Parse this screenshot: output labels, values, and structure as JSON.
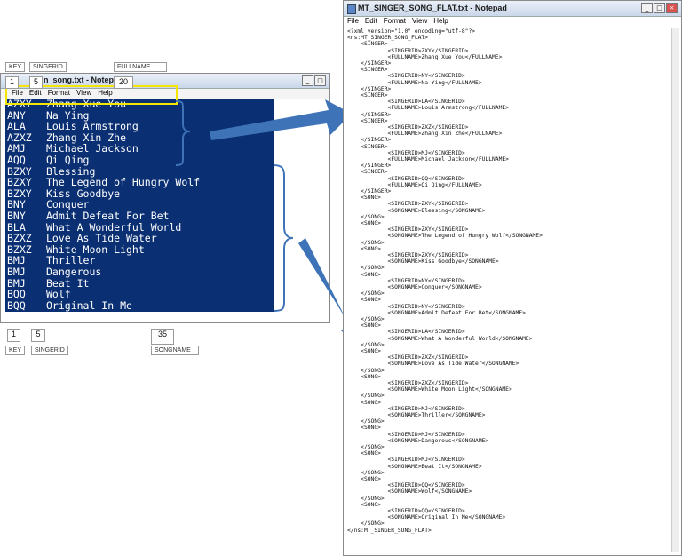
{
  "left_window": {
    "title": "n_song.txt - Notepad",
    "menu": [
      "File",
      "Edit",
      "Format",
      "View",
      "Help"
    ],
    "rows": [
      {
        "key": "AZXY",
        "value": "Zhang Xue You"
      },
      {
        "key": "ANY",
        "value": "Na Ying"
      },
      {
        "key": "ALA",
        "value": "Louis Armstrong"
      },
      {
        "key": "AZXZ",
        "value": "Zhang Xin Zhe"
      },
      {
        "key": "AMJ",
        "value": "Michael Jackson"
      },
      {
        "key": "AQQ",
        "value": "Qi Qing"
      },
      {
        "key": "BZXY",
        "value": "Blessing"
      },
      {
        "key": "BZXY",
        "value": "The Legend of Hungry Wolf"
      },
      {
        "key": "BZXY",
        "value": "Kiss Goodbye"
      },
      {
        "key": "BNY",
        "value": "Conquer"
      },
      {
        "key": "BNY",
        "value": "Admit Defeat For Bet"
      },
      {
        "key": "BLA",
        "value": "What A Wonderful World"
      },
      {
        "key": "BZXZ",
        "value": "Love As Tide Water"
      },
      {
        "key": "BZXZ",
        "value": "White Moon Light"
      },
      {
        "key": "BMJ",
        "value": "Thriller"
      },
      {
        "key": "BMJ",
        "value": "Dangerous"
      },
      {
        "key": "BMJ",
        "value": "Beat It"
      },
      {
        "key": "BQQ",
        "value": "Wolf"
      },
      {
        "key": "BQQ",
        "value": "Original In Me"
      }
    ]
  },
  "annotations": {
    "top": {
      "key_label": "KEY",
      "singerid_label": "SINGERID",
      "fullname_label": "FULLNAME",
      "n1": "1",
      "n5": "5",
      "n20": "20"
    },
    "bottom": {
      "key_label": "KEY",
      "singerid_label": "SINGERID",
      "songname_label": "SONGNAME",
      "n1": "1",
      "n5": "5",
      "n35": "35"
    }
  },
  "right_window": {
    "title": "MT_SINGER_SONG_FLAT.txt - Notepad",
    "menu": [
      "File",
      "Edit",
      "Format",
      "View",
      "Help"
    ],
    "lines": [
      "<?xml version=\"1.0\" encoding=\"utf-8\"?>",
      "<ns:MT_SINGER_SONG_FLAT>",
      "    <SINGER>",
      "            <SINGERID>ZXY</SINGERID>",
      "            <FULLNAME>Zhang Xue You</FULLNAME>",
      "    </SINGER>",
      "    <SINGER>",
      "            <SINGERID>NY</SINGERID>",
      "            <FULLNAME>Na Ying</FULLNAME>",
      "    </SINGER>",
      "    <SINGER>",
      "            <SINGERID>LA</SINGERID>",
      "            <FULLNAME>Louis Armstrong</FULLNAME>",
      "    </SINGER>",
      "    <SINGER>",
      "            <SINGERID>ZXZ</SINGERID>",
      "            <FULLNAME>Zhang Xin Zhe</FULLNAME>",
      "    </SINGER>",
      "    <SINGER>",
      "            <SINGERID>MJ</SINGERID>",
      "            <FULLNAME>Michael Jackson</FULLNAME>",
      "    </SINGER>",
      "    <SINGER>",
      "            <SINGERID>QQ</SINGERID>",
      "            <FULLNAME>Qi Qing</FULLNAME>",
      "    </SINGER>",
      "    <SONG>",
      "            <SINGERID>ZXY</SINGERID>",
      "            <SONGNAME>Blessing</SONGNAME>",
      "    </SONG>",
      "    <SONG>",
      "            <SINGERID>ZXY</SINGERID>",
      "            <SONGNAME>The Legend of Hungry Wolf</SONGNAME>",
      "    </SONG>",
      "    <SONG>",
      "            <SINGERID>ZXY</SINGERID>",
      "            <SONGNAME>Kiss Goodbye</SONGNAME>",
      "    </SONG>",
      "    <SONG>",
      "            <SINGERID>NY</SINGERID>",
      "            <SONGNAME>Conquer</SONGNAME>",
      "    </SONG>",
      "    <SONG>",
      "            <SINGERID>NY</SINGERID>",
      "            <SONGNAME>Admit Defeat For Bet</SONGNAME>",
      "    </SONG>",
      "    <SONG>",
      "            <SINGERID>LA</SINGERID>",
      "            <SONGNAME>What A Wonderful World</SONGNAME>",
      "    </SONG>",
      "    <SONG>",
      "            <SINGERID>ZXZ</SINGERID>",
      "            <SONGNAME>Love As Tide Water</SONGNAME>",
      "    </SONG>",
      "    <SONG>",
      "            <SINGERID>ZXZ</SINGERID>",
      "            <SONGNAME>White Moon Light</SONGNAME>",
      "    </SONG>",
      "    <SONG>",
      "            <SINGERID>MJ</SINGERID>",
      "            <SONGNAME>Thriller</SONGNAME>",
      "    </SONG>",
      "    <SONG>",
      "            <SINGERID>MJ</SINGERID>",
      "            <SONGNAME>Dangerous</SONGNAME>",
      "    </SONG>",
      "    <SONG>",
      "            <SINGERID>MJ</SINGERID>",
      "            <SONGNAME>Beat It</SONGNAME>",
      "    </SONG>",
      "    <SONG>",
      "            <SINGERID>QQ</SINGERID>",
      "            <SONGNAME>Wolf</SONGNAME>",
      "    </SONG>",
      "    <SONG>",
      "            <SINGERID>QQ</SINGERID>",
      "            <SONGNAME>Original In Me</SONGNAME>",
      "    </SONG>",
      "</ns:MT_SINGER_SONG_FLAT>"
    ]
  },
  "colors": {
    "selection": "#0a2f73",
    "arrow": "#3f73b8",
    "highlight": "#f5e600"
  }
}
